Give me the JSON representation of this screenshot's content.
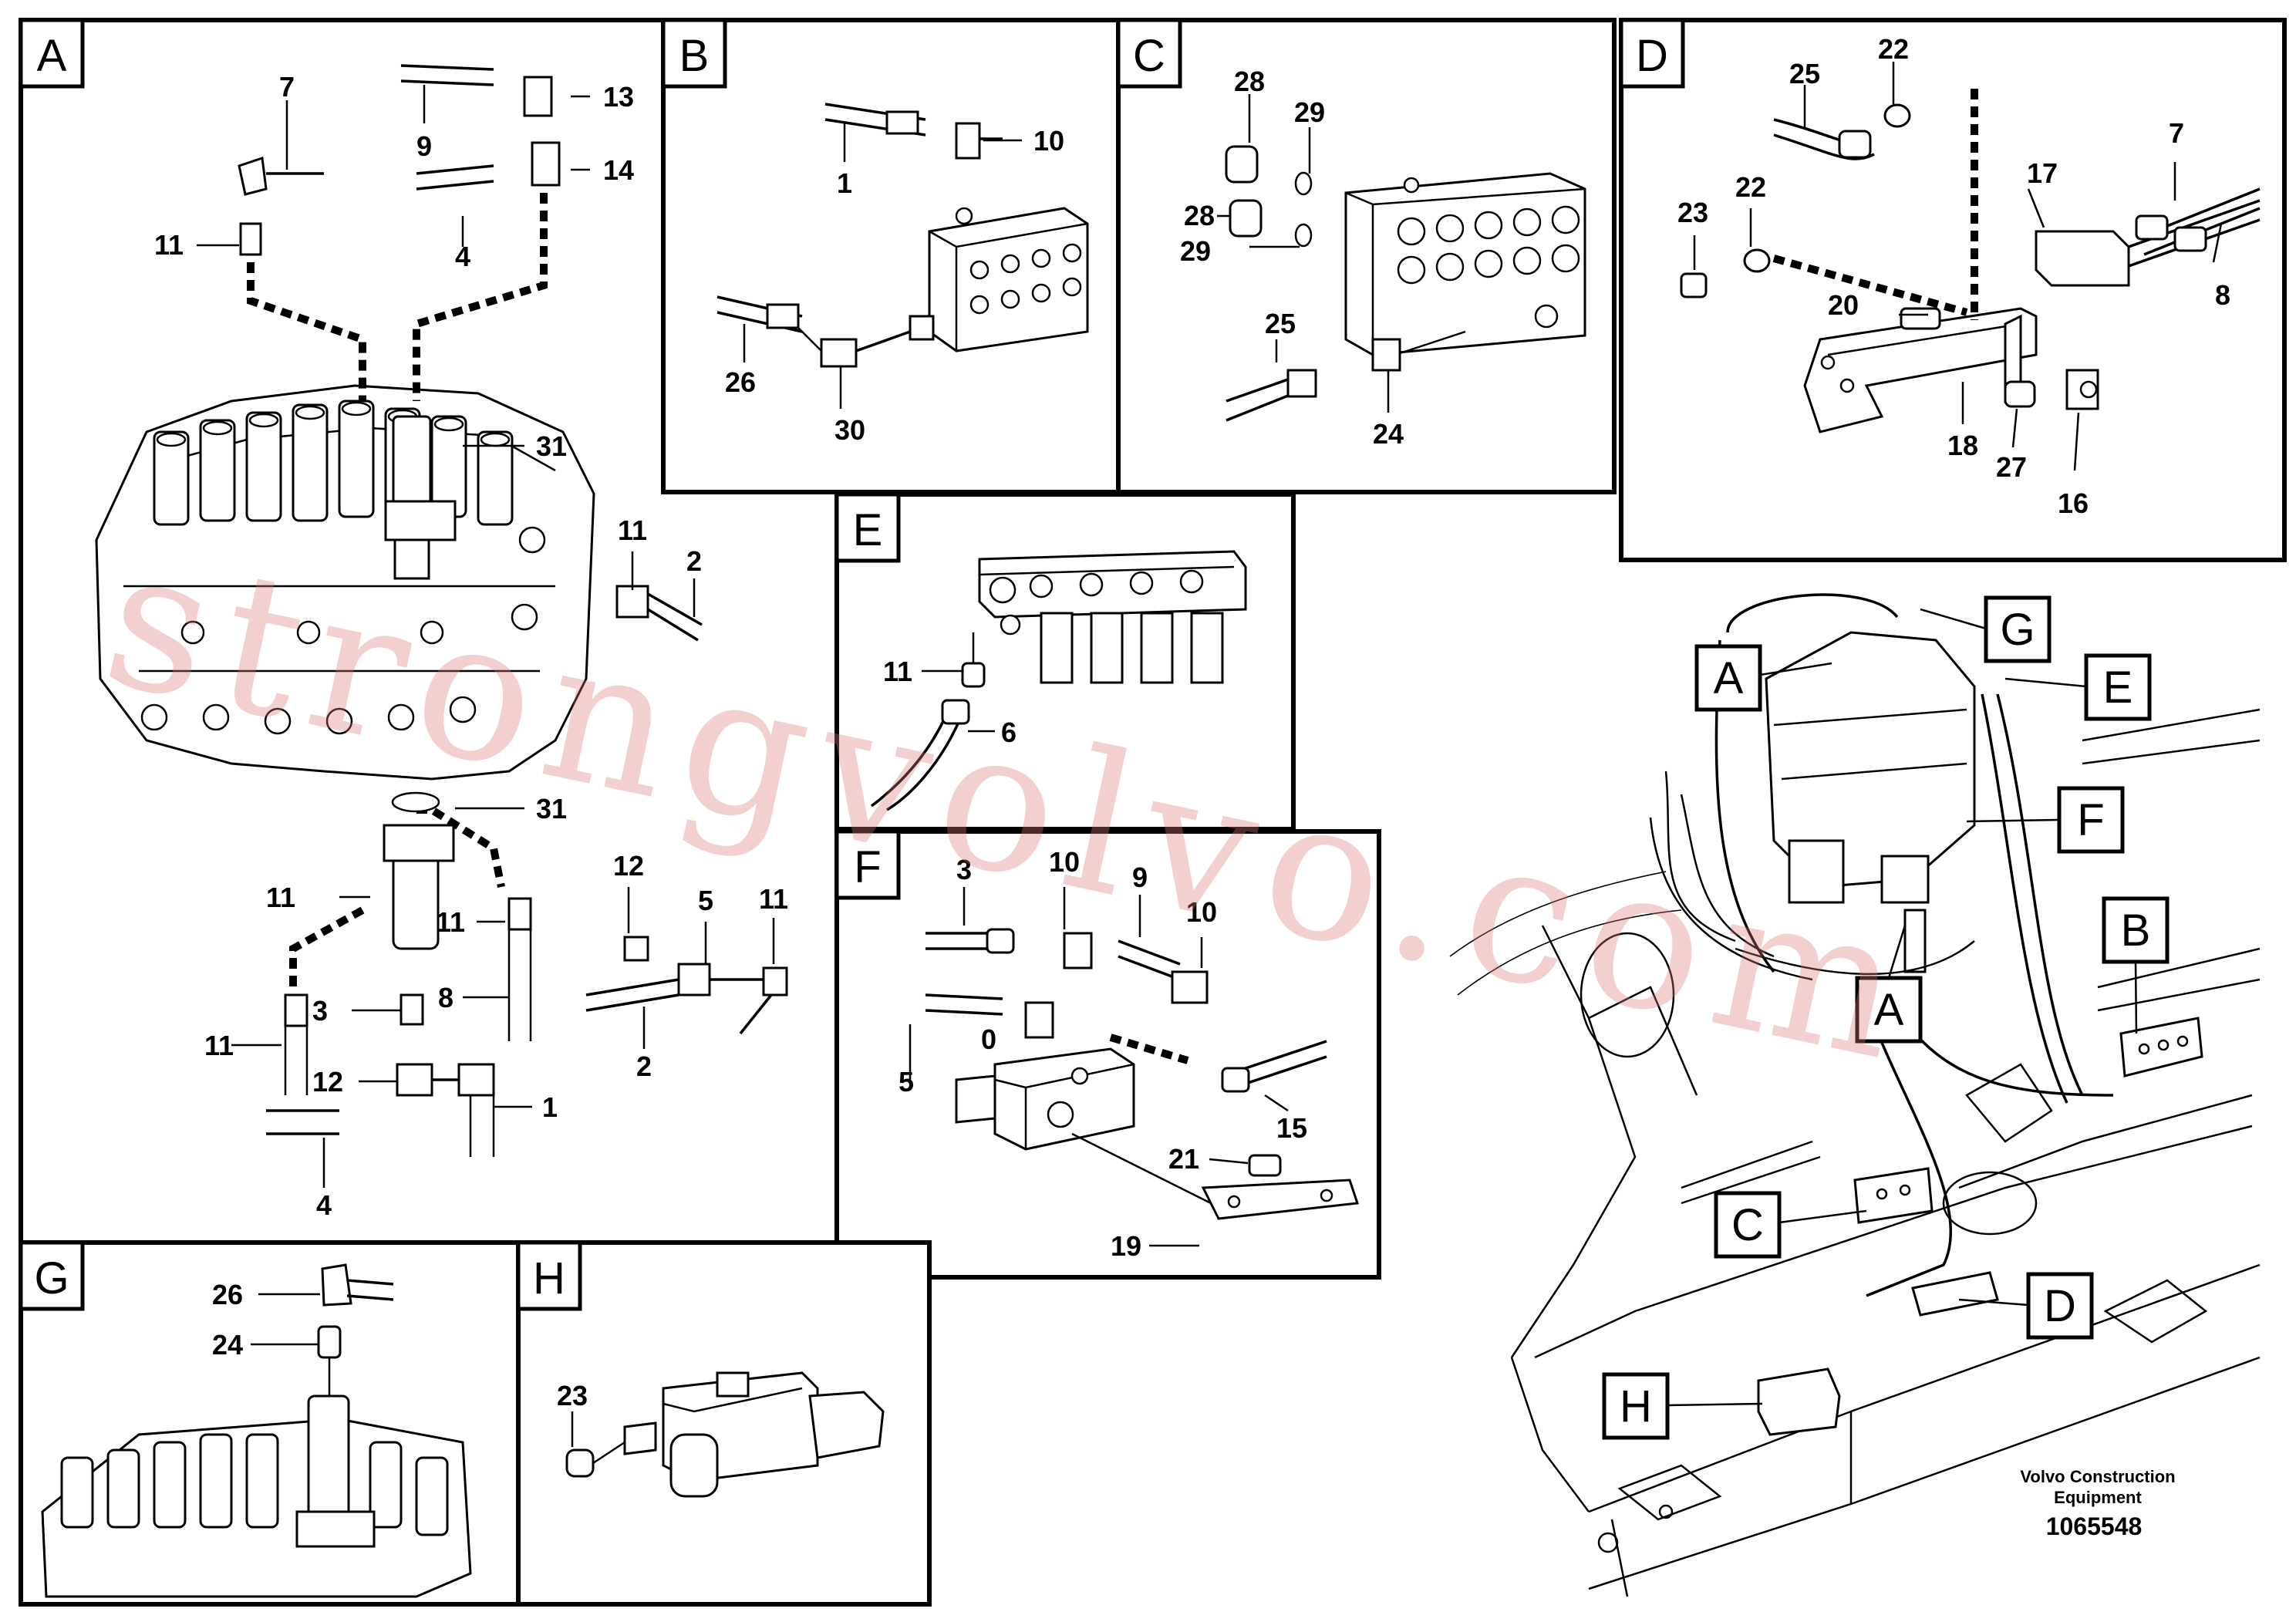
{
  "panels": {
    "A": {
      "label": "A",
      "callouts": [
        "7",
        "13",
        "9",
        "14",
        "11",
        "4",
        "31",
        "11",
        "2",
        "31",
        "11",
        "11",
        "12",
        "5",
        "11",
        "3",
        "8",
        "11",
        "2",
        "12",
        "1",
        "4"
      ]
    },
    "B": {
      "label": "B",
      "callouts": [
        "10",
        "1",
        "26",
        "30"
      ]
    },
    "C": {
      "label": "C",
      "callouts": [
        "28",
        "29",
        "28",
        "29",
        "25",
        "24"
      ]
    },
    "D": {
      "label": "D",
      "callouts": [
        "25",
        "22",
        "22",
        "23",
        "17",
        "7",
        "20",
        "8",
        "18",
        "27",
        "16"
      ]
    },
    "E": {
      "label": "E",
      "callouts": [
        "11",
        "6"
      ]
    },
    "F": {
      "label": "F",
      "callouts": [
        "3",
        "10",
        "9",
        "10",
        "0",
        "5",
        "15",
        "21",
        "19"
      ]
    },
    "G": {
      "label": "G",
      "callouts": [
        "26",
        "24"
      ]
    },
    "H": {
      "label": "H",
      "callouts": [
        "23"
      ]
    }
  },
  "overview_tags": [
    "A",
    "G",
    "E",
    "F",
    "A",
    "B",
    "C",
    "D",
    "H"
  ],
  "watermark": "strongvolvo.com",
  "footer": {
    "brand_line1": "Volvo Construction",
    "brand_line2": "Equipment",
    "drawing_number": "1065548"
  }
}
